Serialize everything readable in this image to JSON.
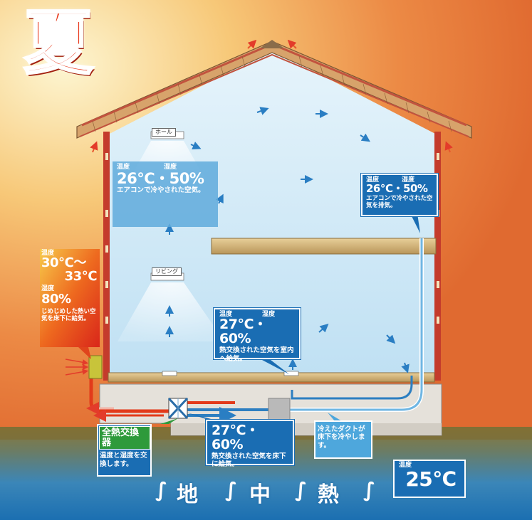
{
  "season": "夏",
  "colors": {
    "sky_orange": "#e8733a",
    "sky_yellow": "#fdf4c8",
    "interior_blue": "#cfe8f6",
    "ground_top": "#8b7a3c",
    "ground_bottom": "#1f6fb0",
    "callout_blue": "#1a6db3",
    "hot_red": "#e23a1a",
    "duct_blue": "#2d7fc1",
    "heat_exchanger_green": "#2e9a3b"
  },
  "room_tags": {
    "hall": "ホール",
    "living": "リビング"
  },
  "upper_room": {
    "temp_label": "温度",
    "humidity_label": "湿度",
    "values": "26℃・50%",
    "text": "エアコンで冷やされた空気。"
  },
  "exhaust": {
    "temp_label": "温度",
    "humidity_label": "湿度",
    "values": "26℃・50%",
    "text": "エアコンで冷やされた空気を排気。"
  },
  "outdoor": {
    "temp_label": "温度",
    "temp_value_1": "30℃〜",
    "temp_value_2": "33℃",
    "humidity_label": "湿度",
    "humidity_value": "80%",
    "text": "じめじめした熱い空気を床下に給気。"
  },
  "living_supply": {
    "temp_label": "温度",
    "humidity_label": "湿度",
    "values": "27℃・60%",
    "text": "熱交換された空気を室内へ給気。"
  },
  "heat_exchanger": {
    "title": "全熱交換器",
    "text": "温度と湿度を交換します。"
  },
  "underfloor_supply": {
    "values": "27℃・60%",
    "text": "熱交換された空気を床下に給気。"
  },
  "duct_note": {
    "text": "冷えたダクトが床下を冷やします。"
  },
  "ground_temp": {
    "label": "温度",
    "value": "25℃"
  },
  "ground_chars": [
    "地",
    "中",
    "熱"
  ]
}
